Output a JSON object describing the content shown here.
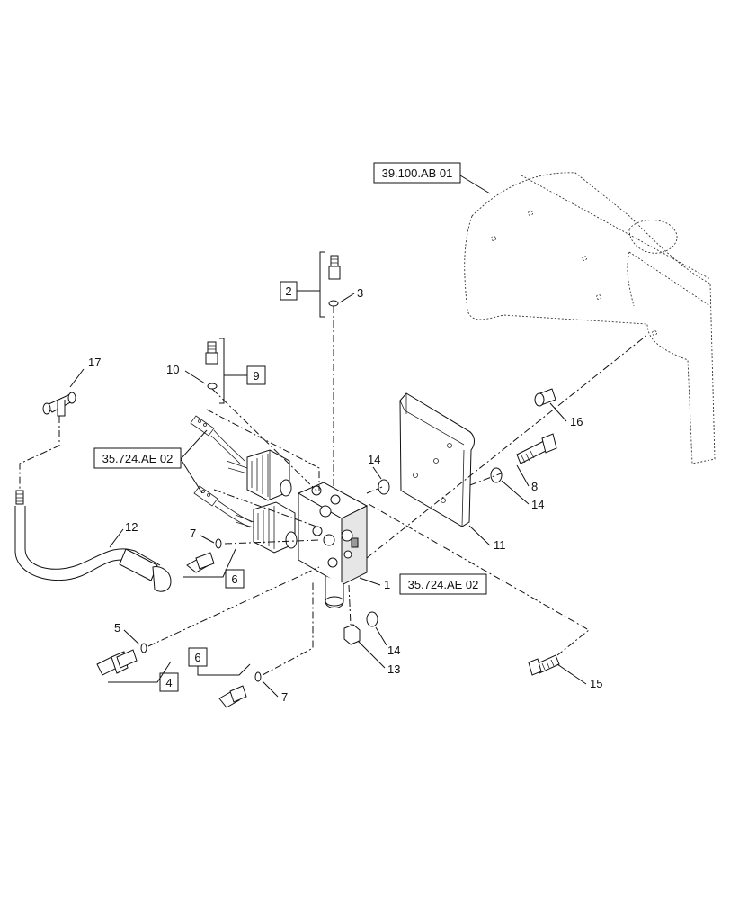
{
  "references": {
    "ref_fender": "39.100.AB 01",
    "ref_harness": "35.724.AE 02",
    "ref_valve": "35.724.AE 02"
  },
  "callouts": {
    "c1": "1",
    "c2": "2",
    "c3": "3",
    "c4": "4",
    "c5": "5",
    "c6a": "6",
    "c6b": "6",
    "c7a": "7",
    "c7b": "7",
    "c8": "8",
    "c9": "9",
    "c10": "10",
    "c11": "11",
    "c12": "12",
    "c13": "13",
    "c14a": "14",
    "c14b": "14",
    "c14c": "14",
    "c15": "15",
    "c16": "16",
    "c17": "17"
  }
}
